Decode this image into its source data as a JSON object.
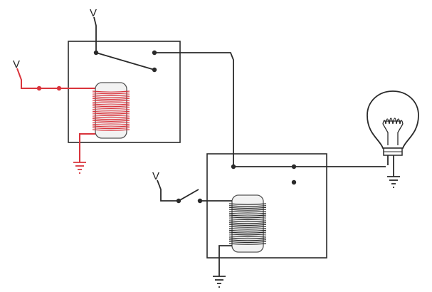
{
  "supply_labels": {
    "relay1_switch_supply": "V",
    "relay1_coil_supply": "V",
    "relay2_coil_supply": "V"
  },
  "colors": {
    "active_circuit": "#d9343c",
    "inactive_circuit": "#2a2a2a",
    "relay_frame": "#2a2a2a",
    "coil_core": "#f2f2f2",
    "background": "#ffffff"
  },
  "components": [
    {
      "id": "relay-1",
      "type": "relay",
      "coil_energized": true
    },
    {
      "id": "relay-2",
      "type": "relay",
      "coil_energized": false
    },
    {
      "id": "input-switch",
      "type": "switch",
      "state": "open"
    },
    {
      "id": "lamp",
      "type": "light-bulb",
      "state": "off"
    },
    {
      "id": "ground-1",
      "type": "ground"
    },
    {
      "id": "ground-2",
      "type": "ground"
    },
    {
      "id": "ground-3",
      "type": "ground"
    }
  ]
}
